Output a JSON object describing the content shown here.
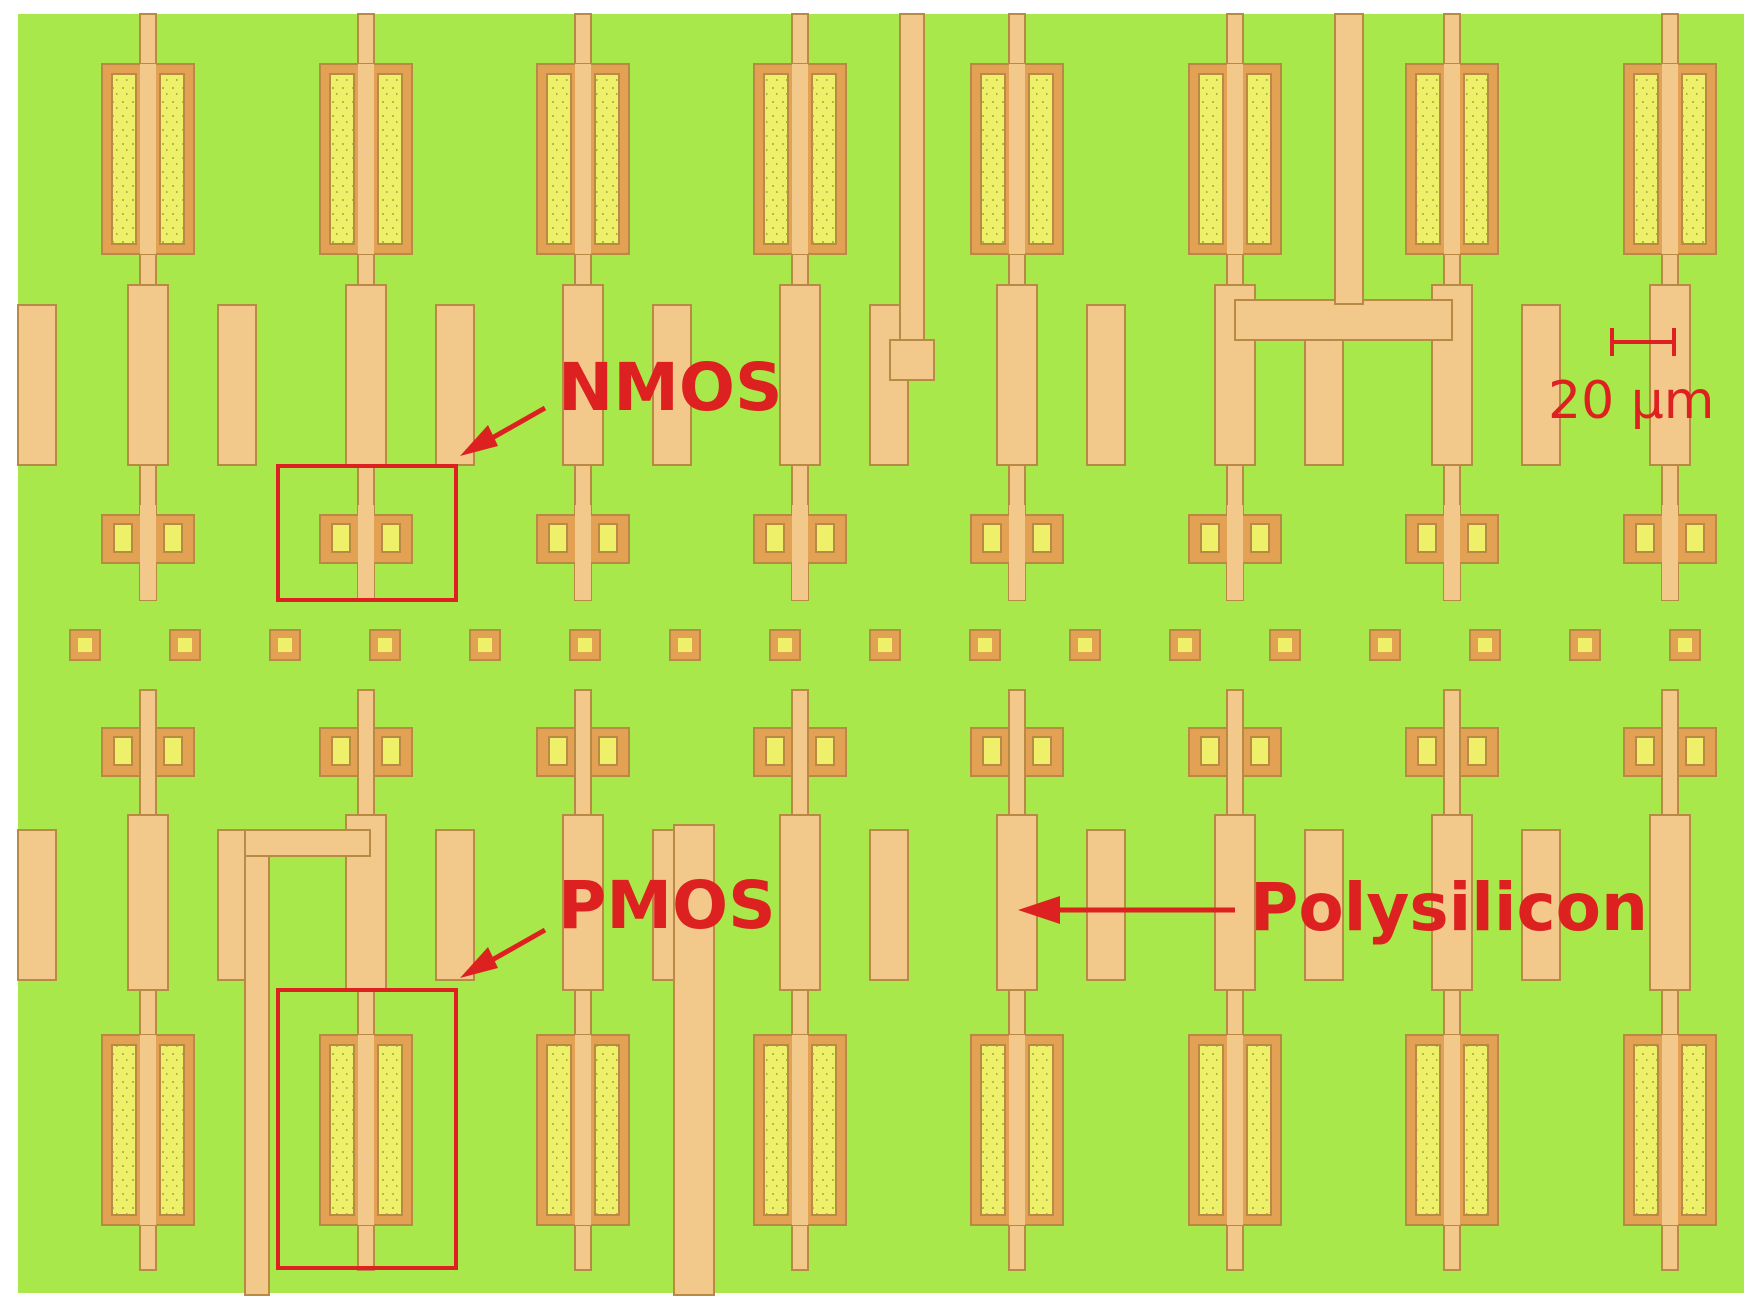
{
  "image": {
    "subject": "optical micrograph of CMOS transistor array",
    "colors": {
      "substrate": "#a8e84a",
      "polysilicon": "#f2c98a",
      "diffusion": "#e3a154",
      "contact": "#eef06a",
      "annotation": "#dd2121"
    }
  },
  "annotations": {
    "nmos_label": "NMOS",
    "pmos_label": "PMOS",
    "polysilicon_label": "Polysilicon"
  },
  "scale_bar": {
    "label": "20 μm"
  }
}
